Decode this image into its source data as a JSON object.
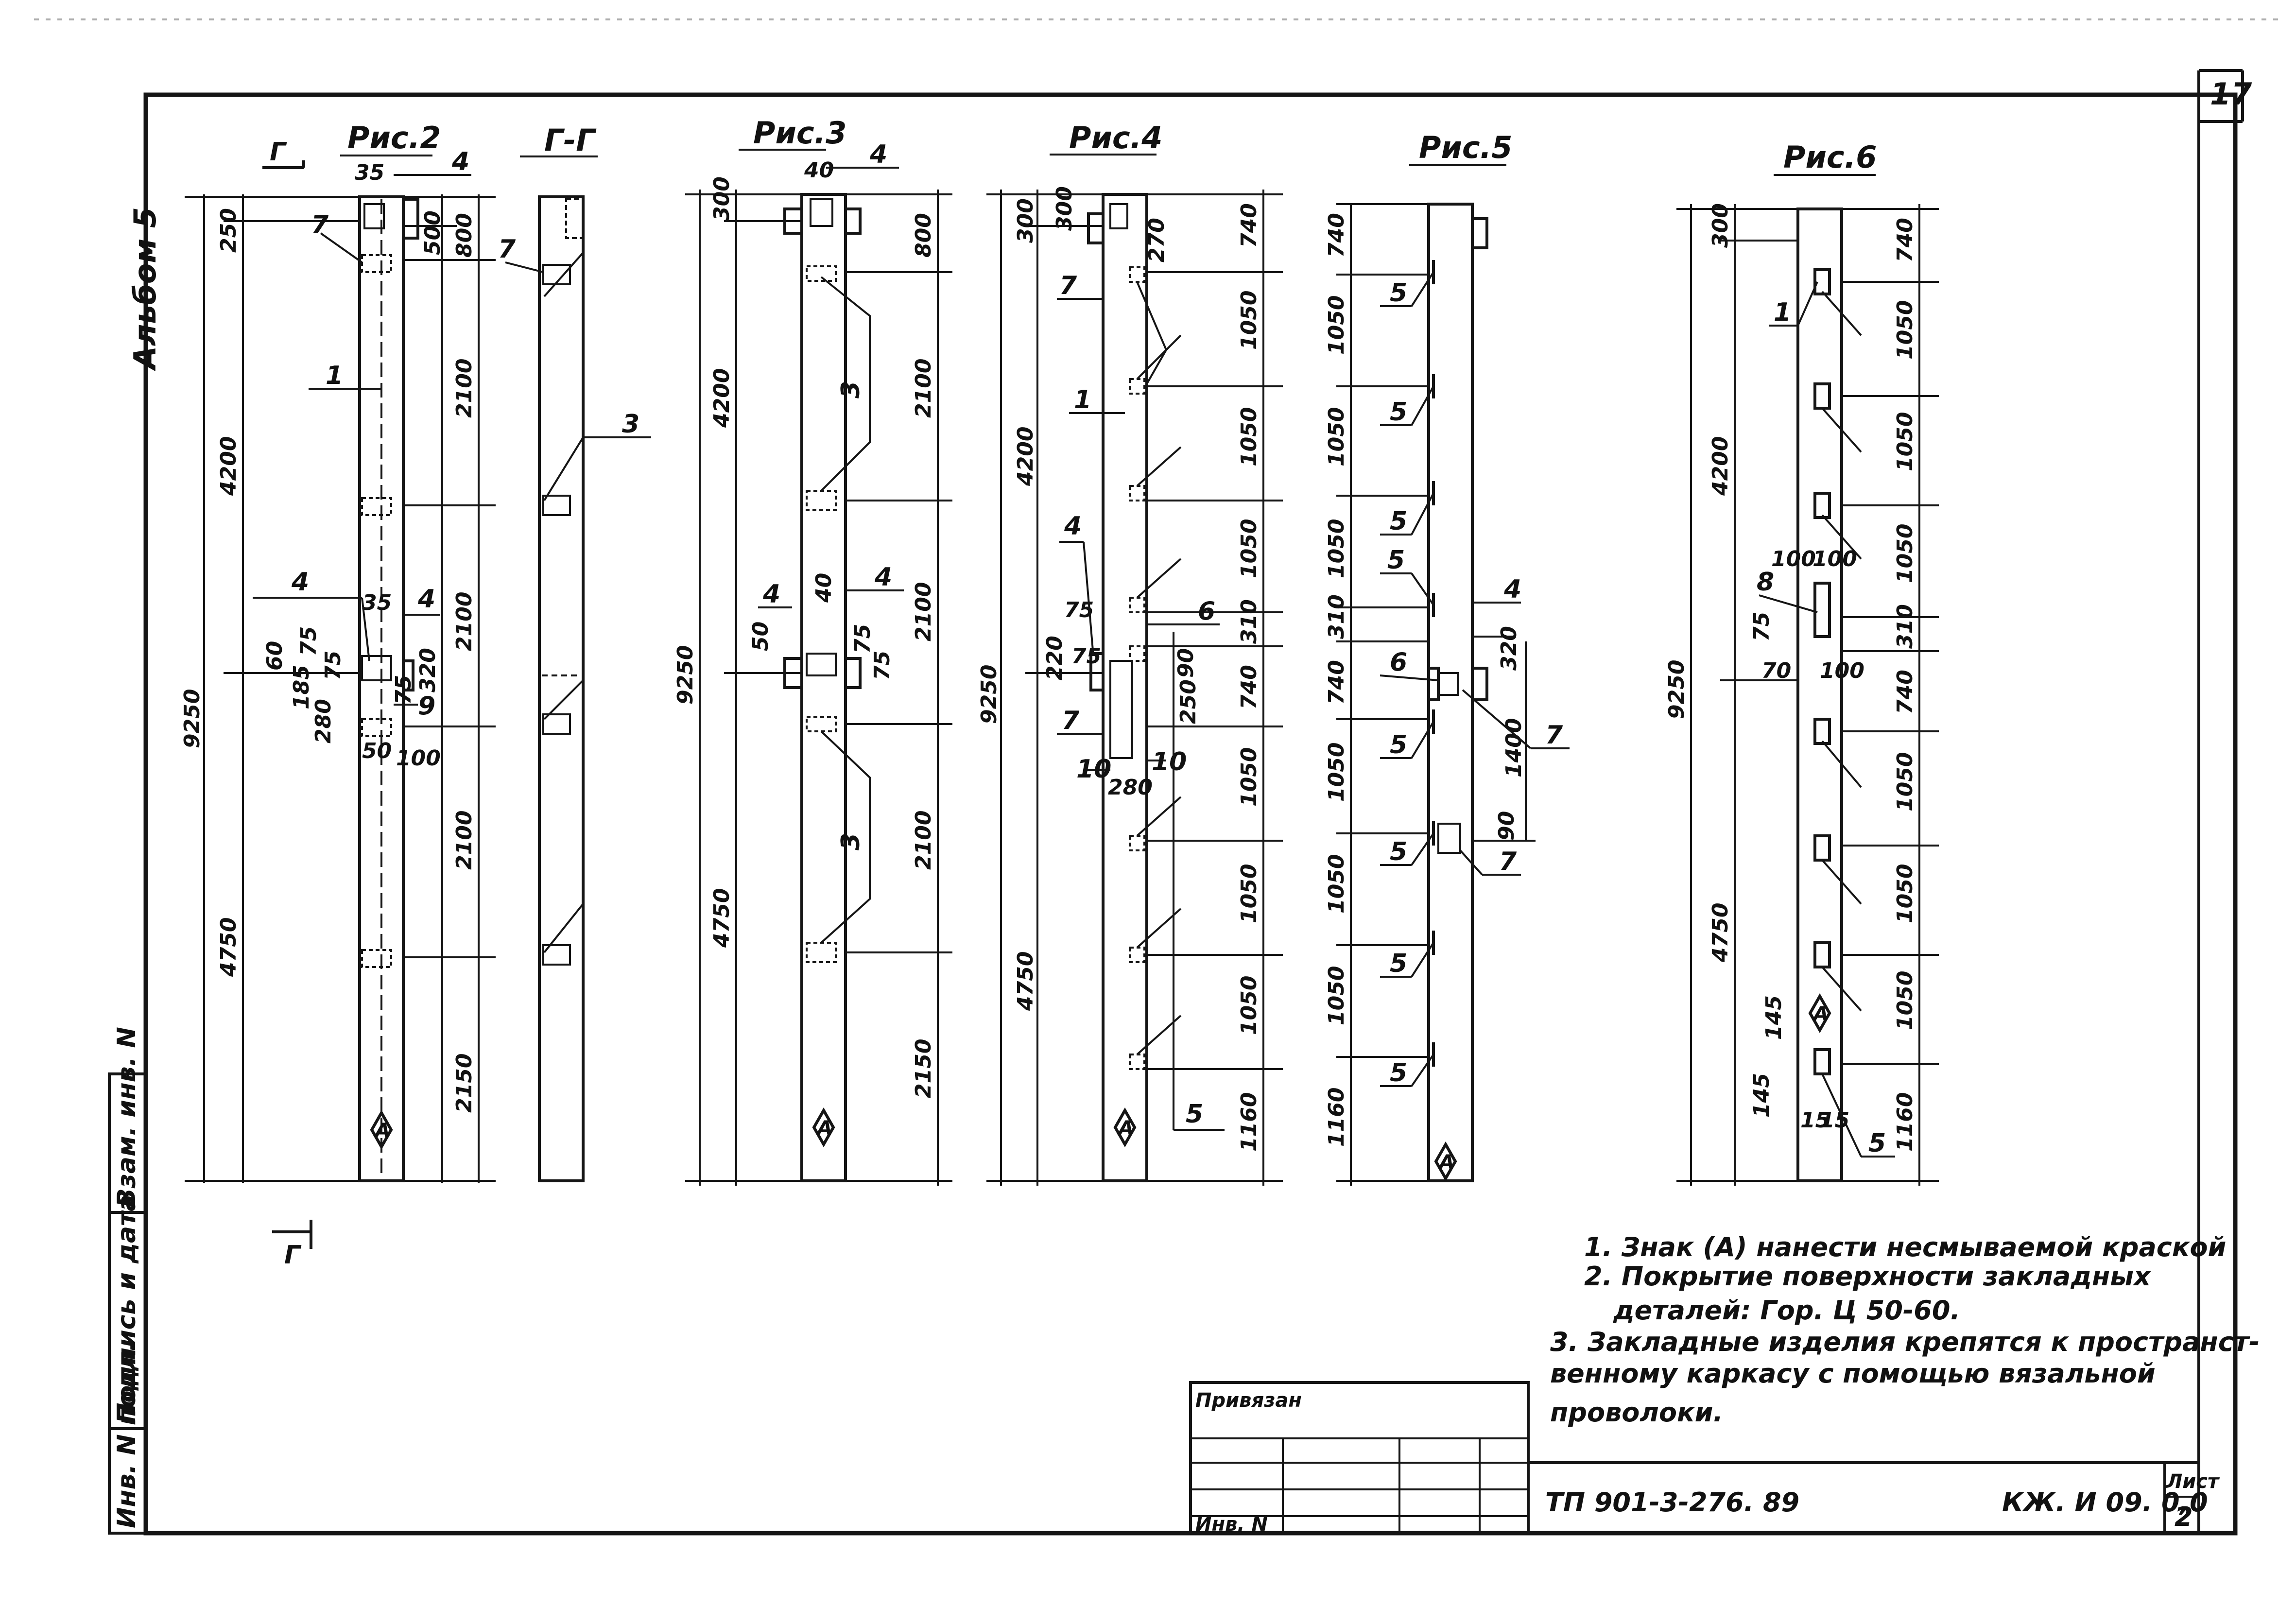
{
  "sheet": {
    "page_number": "17",
    "album": "Альбом 5",
    "code": "ТП 901-3-276. 89",
    "mark": "КЖ. И 09. 0,0",
    "sheet_label": "Лист",
    "sheet_number": "2",
    "binding_label": "Привязан",
    "inv_label": "Инв. N"
  },
  "side_stamp": {
    "inv_podl": "Инв. N подл.",
    "podpis": "Подпись и дата",
    "vzam": "Взам. инв. N"
  },
  "figures": {
    "fig2": {
      "title": "Рис.2",
      "section_mark": "Г",
      "total": "9250",
      "upper": "4200",
      "lower": "4750",
      "segments": [
        "250",
        "500",
        "800",
        "2100",
        "2100",
        "2100",
        "2150"
      ],
      "details": [
        "35",
        "35",
        "60",
        "75",
        "185",
        "75",
        "280",
        "50",
        "100",
        "320",
        "75"
      ],
      "leaders": [
        "1",
        "4",
        "4",
        "4",
        "7",
        "9"
      ]
    },
    "figGG": {
      "title": "Г-Г",
      "leaders": [
        "7",
        "3"
      ]
    },
    "fig3": {
      "title": "Рис.3",
      "total": "9250",
      "upper": "4200",
      "lower": "4750",
      "segments": [
        "300",
        "800",
        "2100",
        "2100",
        "2100",
        "2150"
      ],
      "details": [
        "40",
        "40",
        "50",
        "75",
        "75"
      ],
      "leaders": [
        "4",
        "4",
        "4",
        "3",
        "3"
      ]
    },
    "fig4": {
      "title": "Рис.4",
      "total": "9250",
      "upper": "4200",
      "lower": "4750",
      "segments_left": [
        "300",
        "300",
        "270"
      ],
      "segments": [
        "740",
        "1050",
        "1050",
        "1050",
        "310",
        "740",
        "1050",
        "1050",
        "1050",
        "1160"
      ],
      "details": [
        "75",
        "220",
        "75",
        "90",
        "250",
        "280"
      ],
      "leaders": [
        "7",
        "1",
        "4",
        "7",
        "10",
        "6",
        "10",
        "5"
      ]
    },
    "fig5": {
      "title": "Рис.5",
      "segments": [
        "740",
        "1050",
        "1050",
        "1050",
        "310",
        "740",
        "1050",
        "1050",
        "1050",
        "1160"
      ],
      "details": [
        "320",
        "1400",
        "90"
      ],
      "leaders": [
        "5",
        "5",
        "5",
        "5",
        "6",
        "5",
        "5",
        "5",
        "5",
        "4",
        "7",
        "7"
      ]
    },
    "fig6": {
      "title": "Рис.6",
      "total": "9250",
      "upper": "4200",
      "lower": "4750",
      "segments_left": [
        "300"
      ],
      "segments": [
        "740",
        "1050",
        "1050",
        "1050",
        "310",
        "740",
        "1050",
        "1050",
        "1050",
        "1160"
      ],
      "details": [
        "100",
        "100",
        "75",
        "70",
        "100",
        "145",
        "145",
        "15",
        "15"
      ],
      "leaders": [
        "1",
        "8",
        "5"
      ]
    },
    "marker": "А"
  },
  "notes": [
    "1. Знак (А) нанести несмываемой краской",
    "2. Покрытие поверхности закладных",
    "деталей: Гор. Ц 50-60.",
    "3. Закладные изделия крепятся к пространст-",
    "венному каркасу с помощью вязальной",
    "проволоки."
  ]
}
